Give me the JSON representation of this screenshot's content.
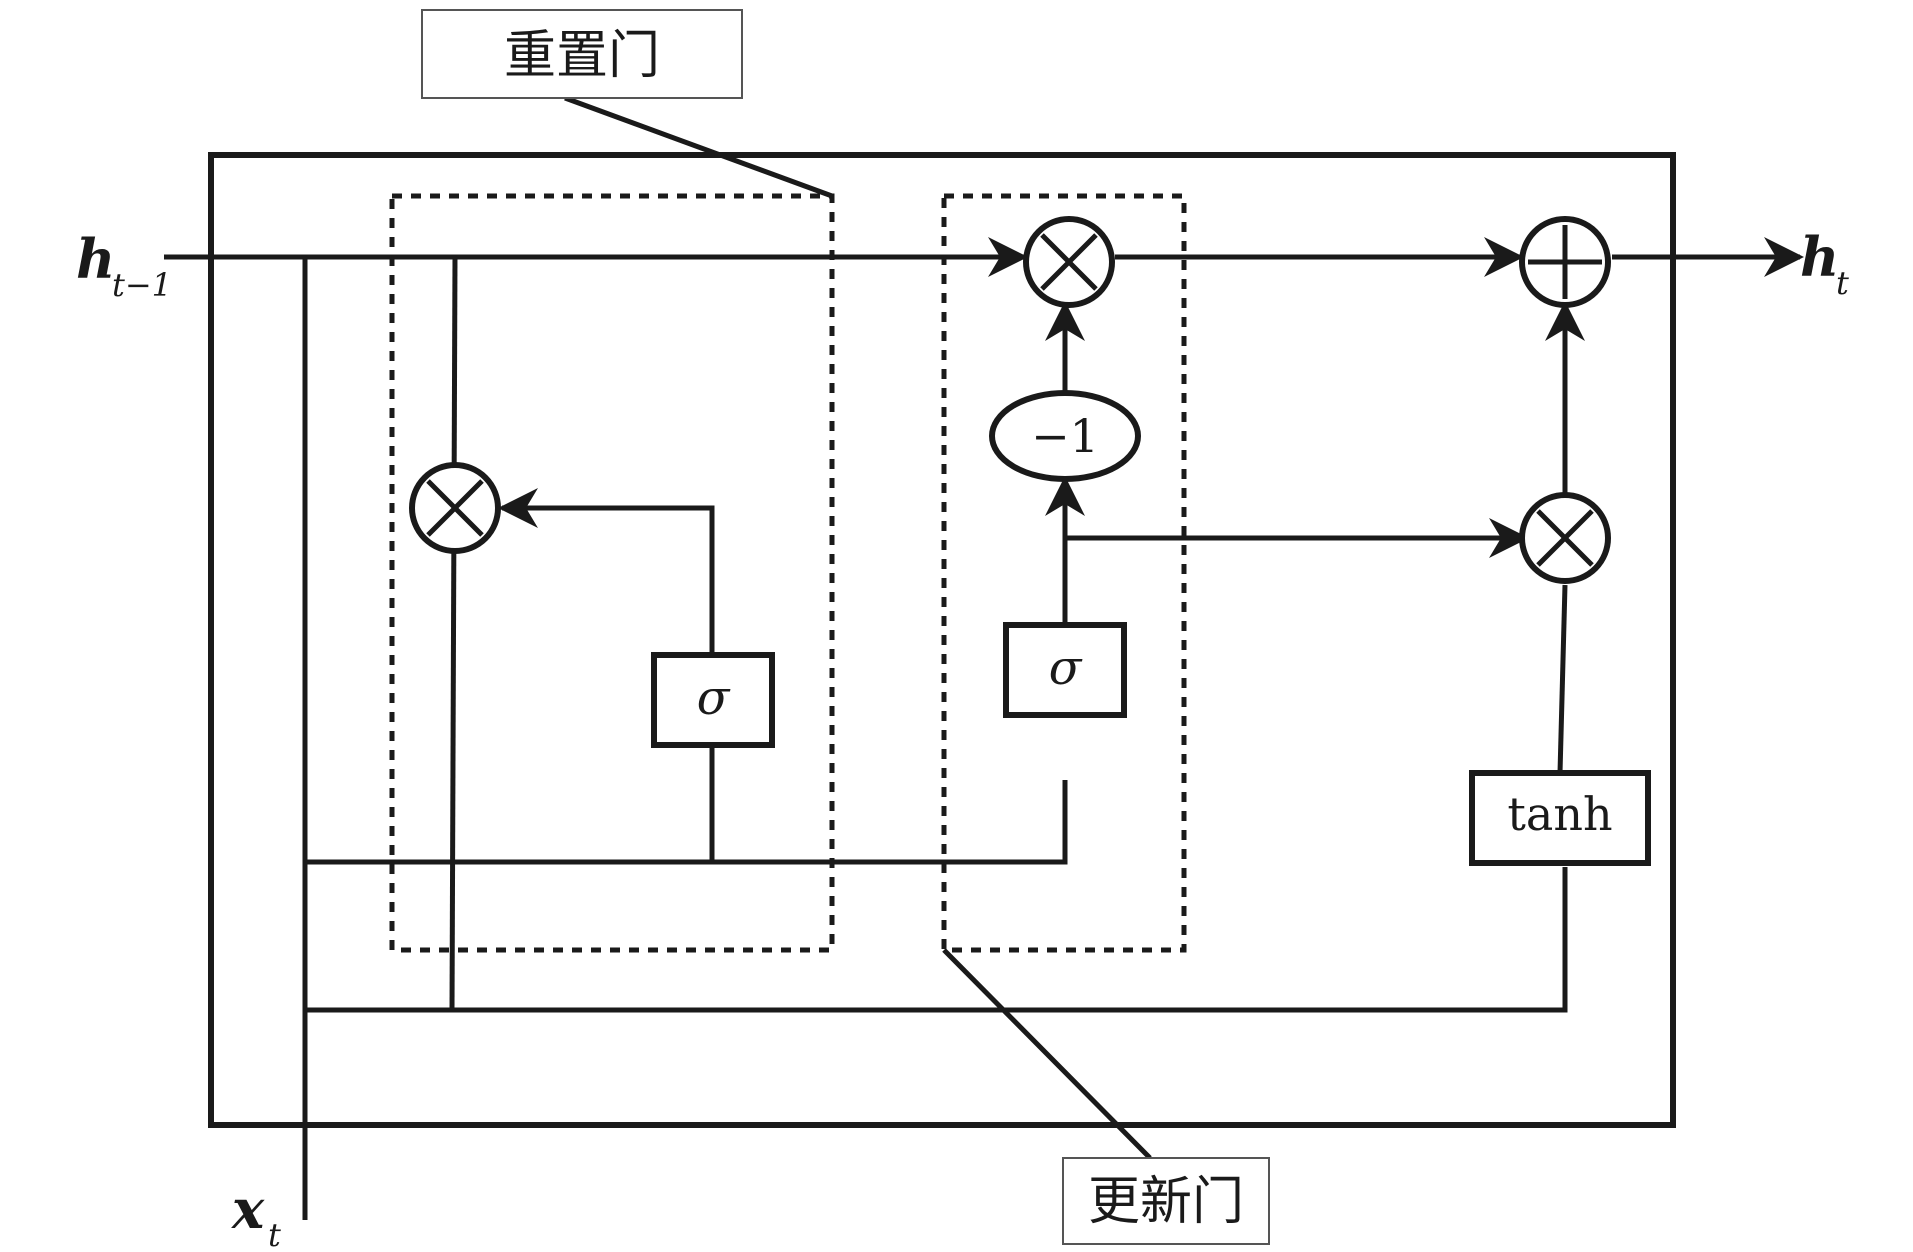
{
  "labels": {
    "reset_gate": "重置门",
    "update_gate": "更新门",
    "h_prev_base": "h",
    "h_prev_sub": "t−1",
    "h_out_base": "h",
    "h_out_sub": "t",
    "x_base": "x",
    "x_sub": "t",
    "sigma_reset": "σ",
    "sigma_update": "σ",
    "minus_one": "−1",
    "tanh": "tanh"
  },
  "colors": {
    "stroke": "#1a1a1a",
    "background": "#ffffff"
  },
  "icons": {
    "multiply": "circled-times-icon",
    "add": "circled-plus-icon"
  }
}
